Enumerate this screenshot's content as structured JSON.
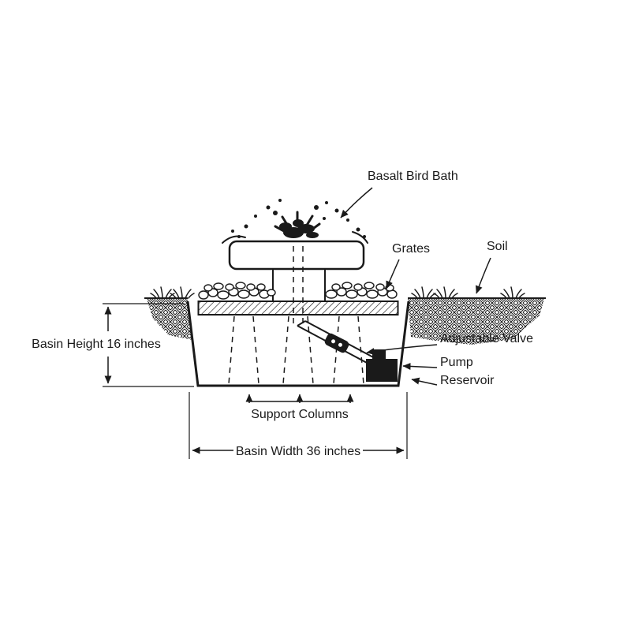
{
  "colors": {
    "line": "#1a1a1a",
    "background": "#ffffff"
  },
  "labels": {
    "basalt_bird_bath": "Basalt Bird Bath",
    "grates": "Grates",
    "soil": "Soil",
    "adjustable_valve": "Adjustable Valve",
    "pump": "Pump",
    "reservoir": "Reservoir",
    "support_columns": "Support Columns",
    "basin_height": "Basin Height 16 inches",
    "basin_width": "Basin Width 36 inches"
  },
  "dimensions": {
    "basin_height_inches": 16,
    "basin_width_inches": 36
  }
}
